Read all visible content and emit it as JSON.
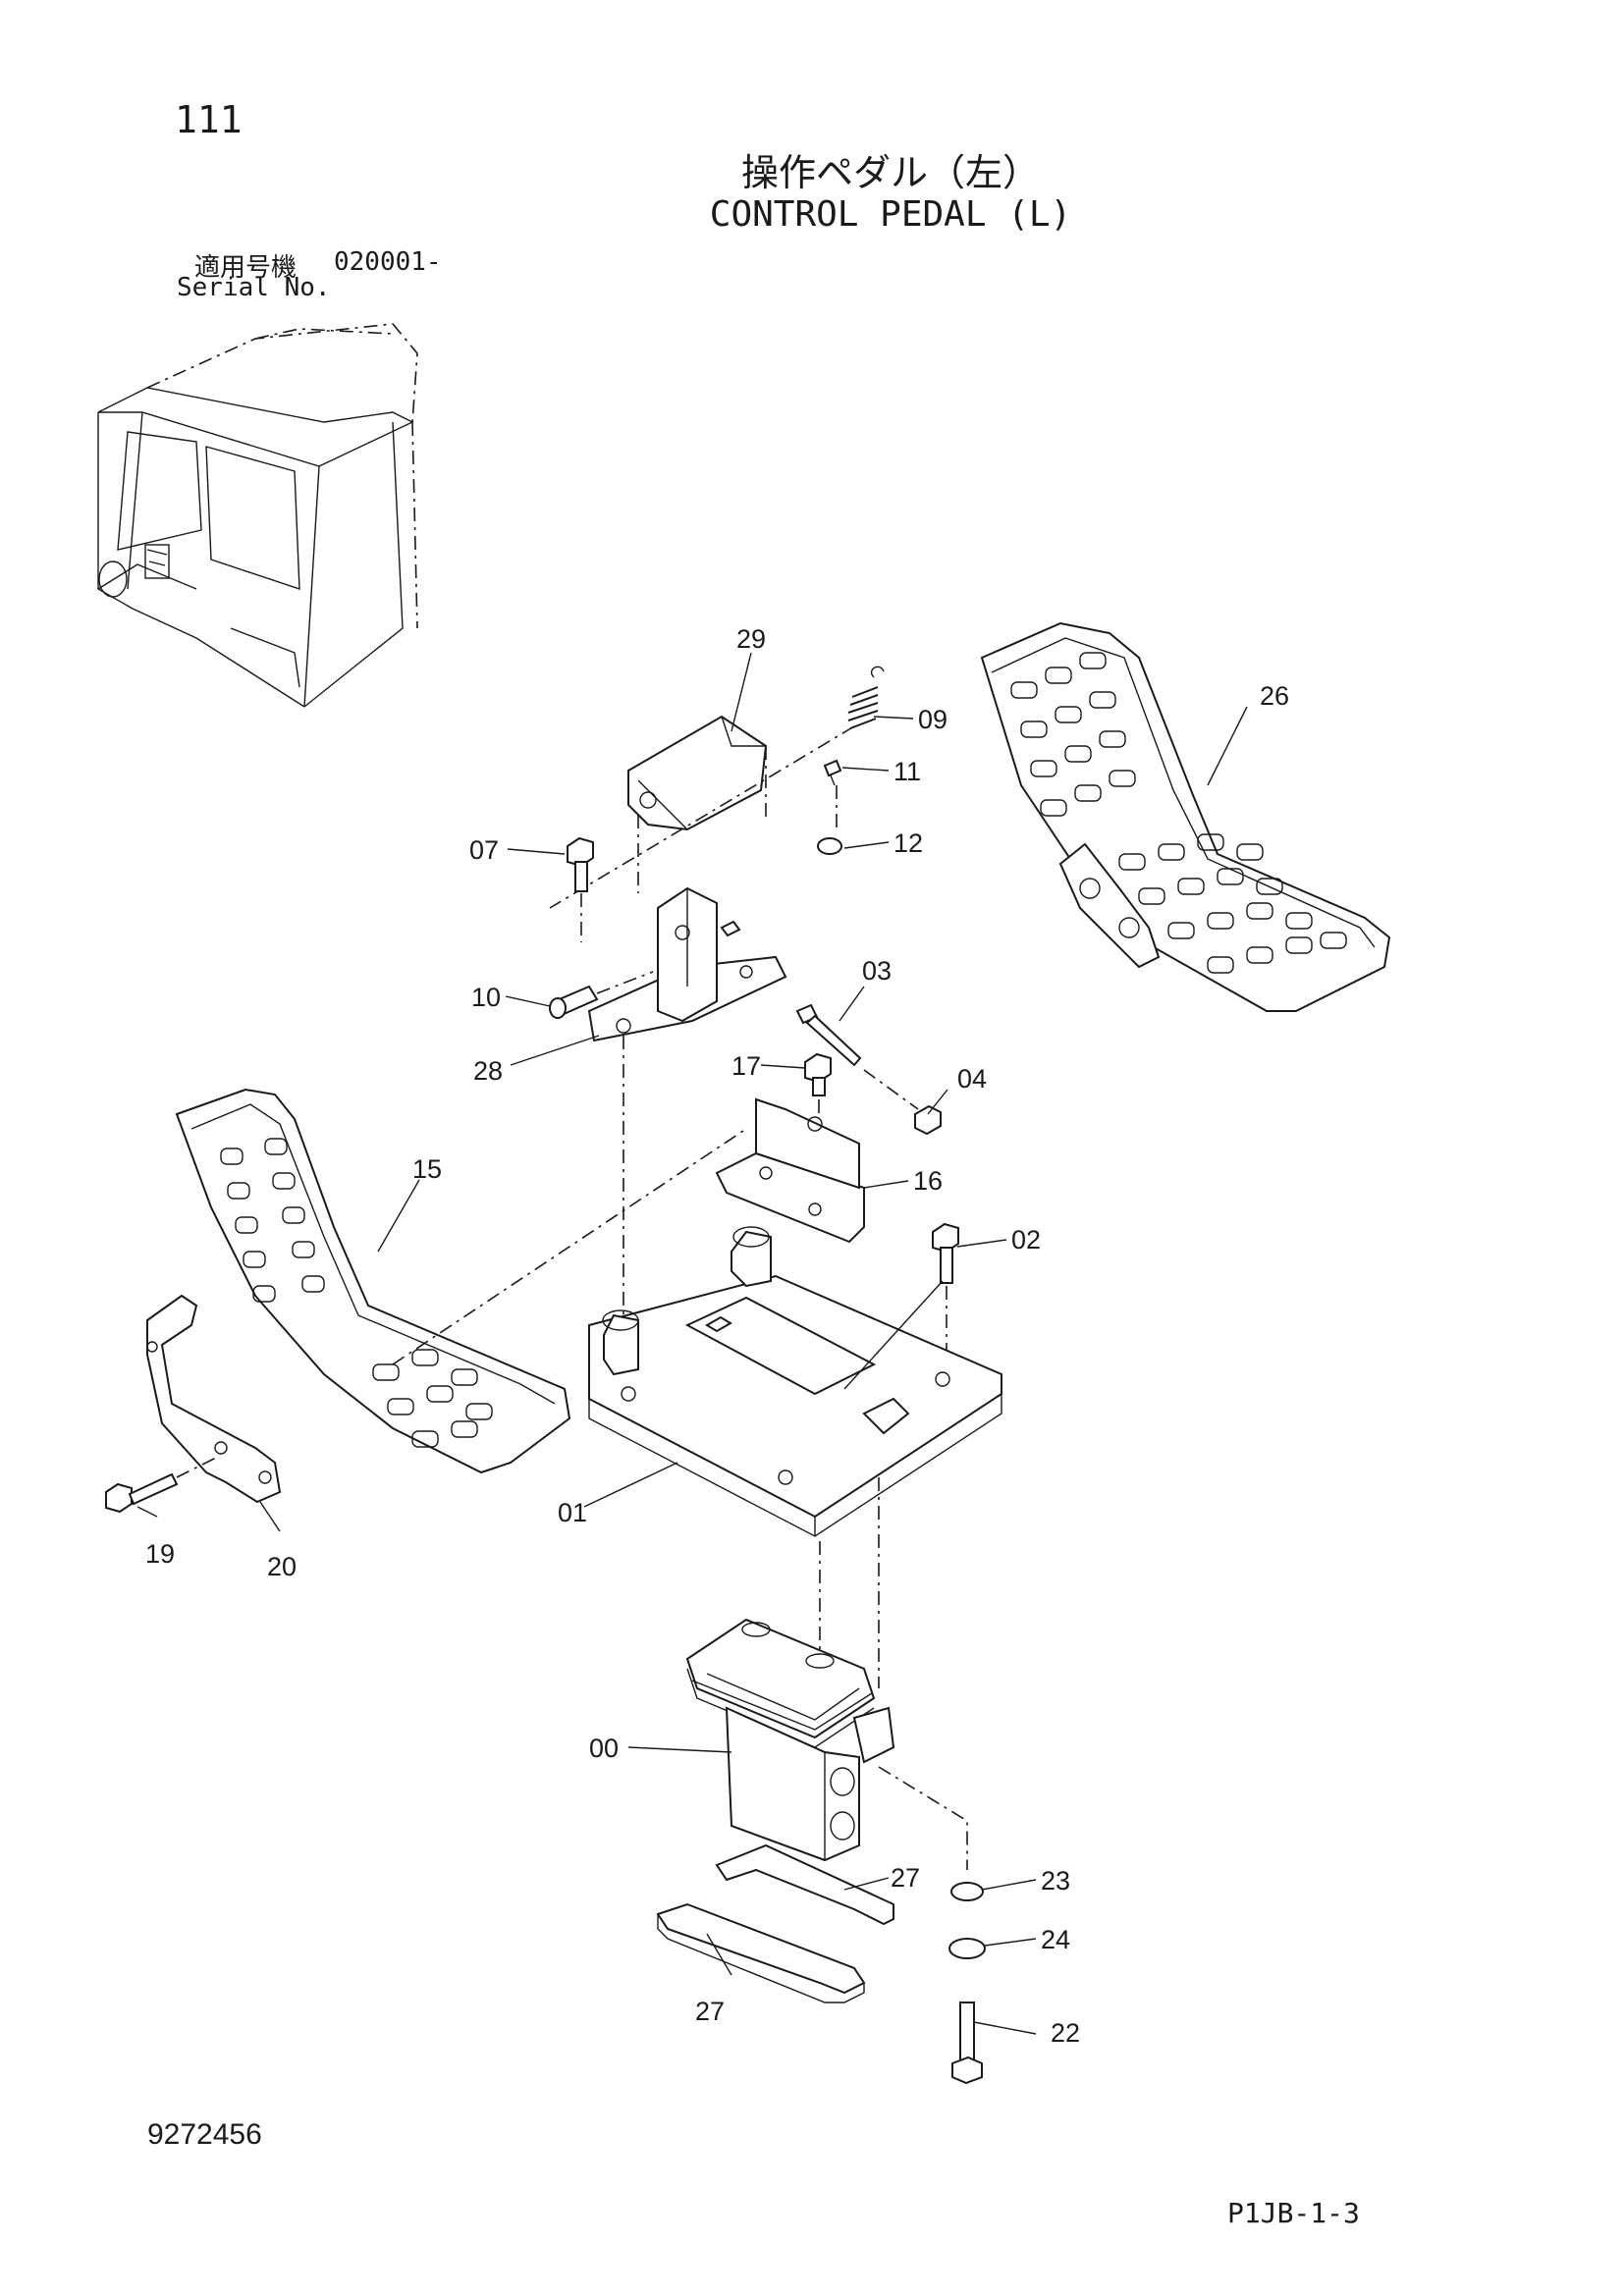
{
  "header": {
    "page_number": "111",
    "title_jp": "操作ペダル（左）",
    "title_en": "CONTROL PEDAL (L)",
    "serial_label_jp": "適用号機",
    "serial_value": "020001-",
    "serial_label_en": "Serial No."
  },
  "callouts": {
    "c00": "00",
    "c01": "01",
    "c02": "02",
    "c03": "03",
    "c04": "04",
    "c07": "07",
    "c09": "09",
    "c10": "10",
    "c11": "11",
    "c12": "12",
    "c15": "15",
    "c16": "16",
    "c17": "17",
    "c19": "19",
    "c20": "20",
    "c22": "22",
    "c23": "23",
    "c24": "24",
    "c26": "26",
    "c27a": "27",
    "c27b": "27",
    "c28": "28",
    "c29": "29"
  },
  "footer": {
    "doc_number": "9272456",
    "sheet_id": "P1JB-1-3"
  }
}
